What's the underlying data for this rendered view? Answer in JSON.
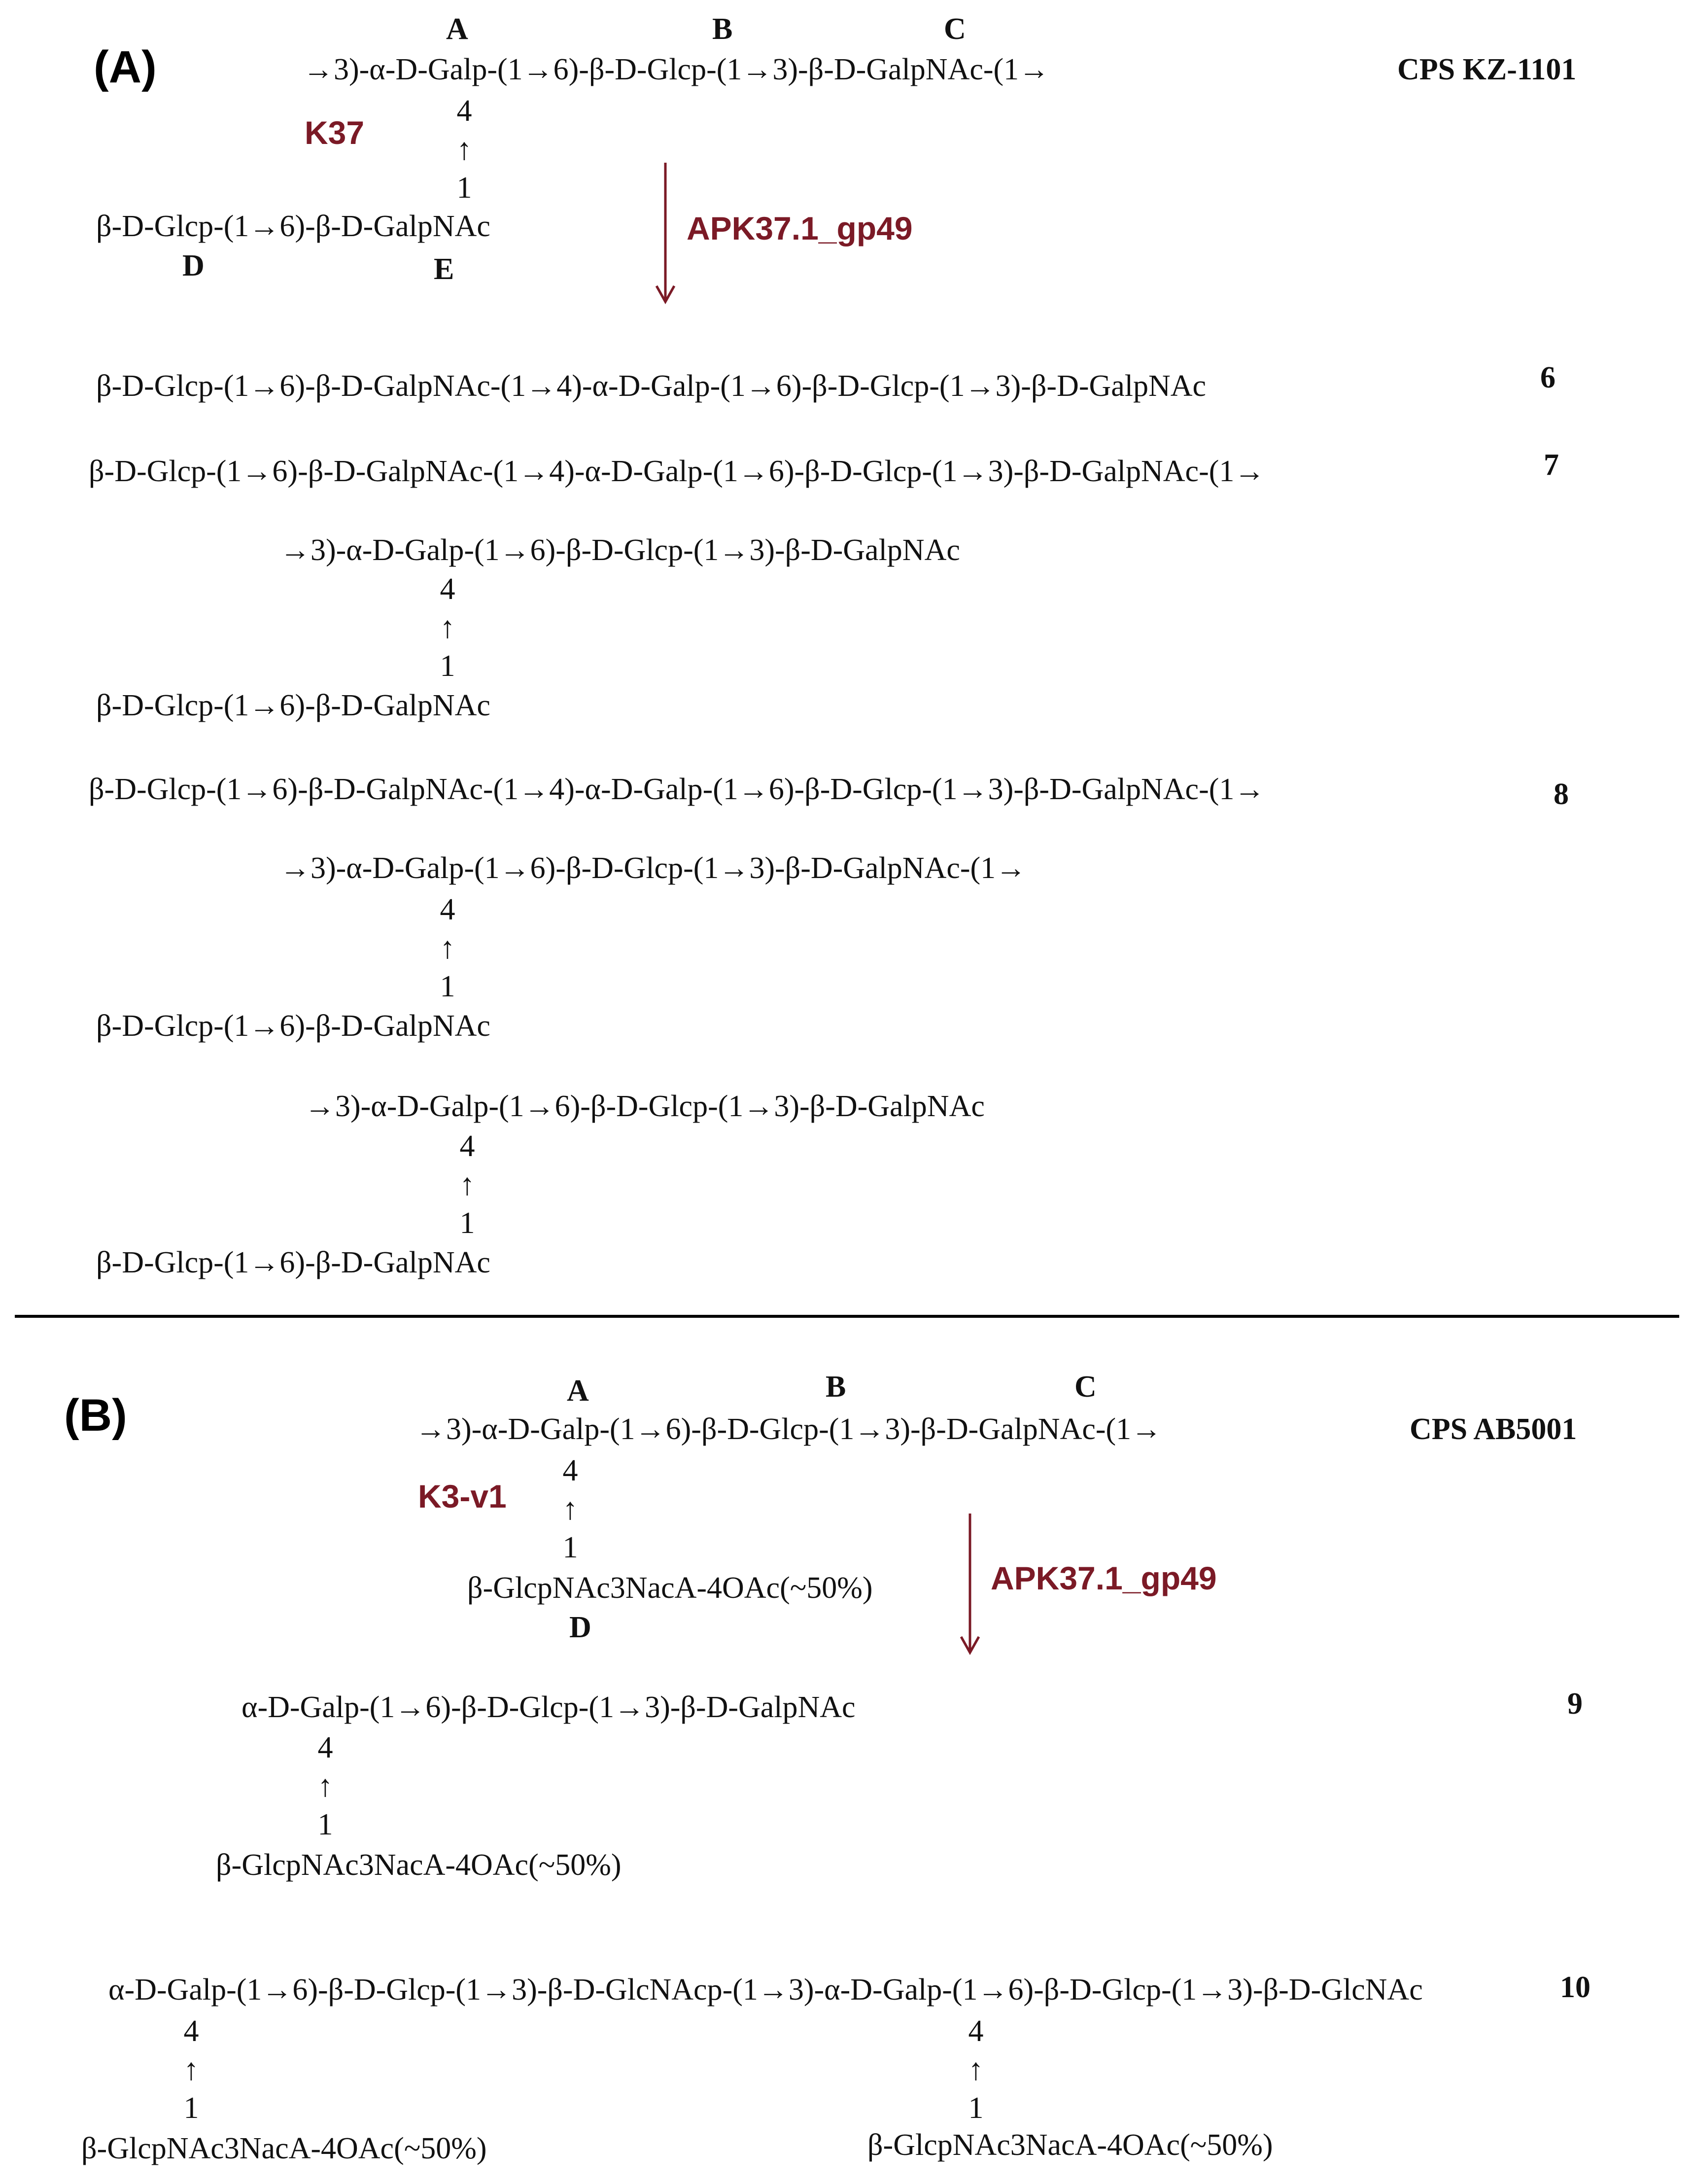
{
  "panelA": {
    "label": "(A)",
    "letters": {
      "A": "A",
      "B": "B",
      "C": "C",
      "D": "D",
      "E": "E"
    },
    "chain": "→3)-α-D-Galp-(1→6)-β-D-Glcp-(1→3)-β-D-GalpNAc-(1→",
    "cps": "CPS KZ-1101",
    "type": "K37",
    "link4": "4",
    "uparrow": "↑",
    "link1": "1",
    "branch": "β-D-Glcp-(1→6)-β-D-GalpNAc",
    "enzyme": "APK37.1_gp49",
    "p6": "β-D-Glcp-(1→6)-β-D-GalpNAc-(1→4)-α-D-Galp-(1→6)-β-D-Glcp-(1→3)-β-D-GalpNAc",
    "n6": "6",
    "p7a": "β-D-Glcp-(1→6)-β-D-GalpNAc-(1→4)-α-D-Galp-(1→6)-β-D-Glcp-(1→3)-β-D-GalpNAc-(1→",
    "n7": "7",
    "p7b": "→3)-α-D-Galp-(1→6)-β-D-Glcp-(1→3)-β-D-GalpNAc",
    "p7branch": "β-D-Glcp-(1→6)-β-D-GalpNAc",
    "p8a": "β-D-Glcp-(1→6)-β-D-GalpNAc-(1→4)-α-D-Galp-(1→6)-β-D-Glcp-(1→3)-β-D-GalpNAc-(1→",
    "n8": "8",
    "p8b": "→3)-α-D-Galp-(1→6)-β-D-Glcp-(1→3)-β-D-GalpNAc-(1→",
    "p8branch1": "β-D-Glcp-(1→6)-β-D-GalpNAc",
    "p8c": "→3)-α-D-Galp-(1→6)-β-D-Glcp-(1→3)-β-D-GalpNAc",
    "p8branch2": "β-D-Glcp-(1→6)-β-D-GalpNAc"
  },
  "panelB": {
    "label": "(B)",
    "letters": {
      "A": "A",
      "B": "B",
      "C": "C",
      "D": "D"
    },
    "chain": "→3)-α-D-Galp-(1→6)-β-D-Glcp-(1→3)-β-D-GalpNAc-(1→",
    "cps": "CPS AB5001",
    "type": "K3-v1",
    "link4": "4",
    "uparrow": "↑",
    "link1": "1",
    "branch": "β-GlcpNAc3NacA-4OAc(~50%)",
    "enzyme": "APK37.1_gp49",
    "p9": "α-D-Galp-(1→6)-β-D-Glcp-(1→3)-β-D-GalpNAc",
    "n9": "9",
    "p9branch": "β-GlcpNAc3NacA-4OAc(~50%)",
    "p10": "α-D-Galp-(1→6)-β-D-Glcp-(1→3)-β-D-GlcNAcp-(1→3)-α-D-Galp-(1→6)-β-D-Glcp-(1→3)-β-D-GlcNAc",
    "n10": "10",
    "p10branch1": "β-GlcpNAc3NacA-4OAc(~50%)",
    "p10branch2": "β-GlcpNAc3NacA-4OAc(~50%)"
  },
  "colors": {
    "accent": "#7b1a26",
    "text": "#111111"
  }
}
